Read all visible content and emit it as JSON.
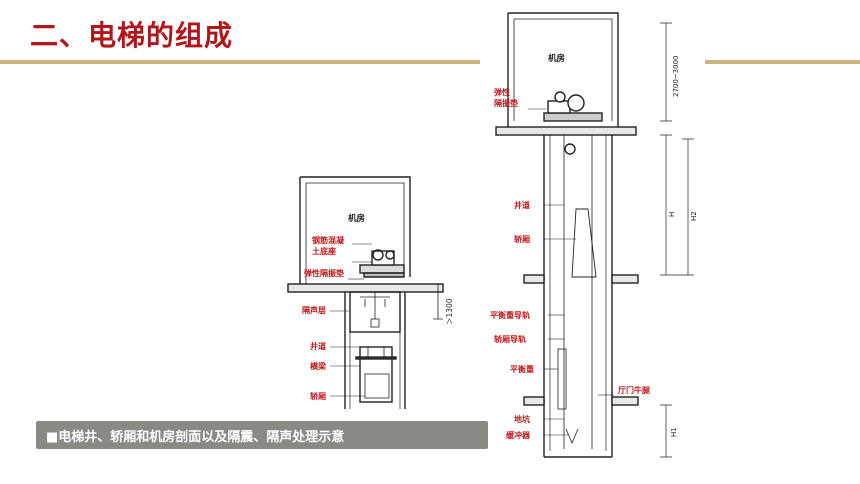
{
  "header": {
    "title": "二、电梯的组成"
  },
  "left_diagram": {
    "machine_room": "机房",
    "concrete_base": [
      "钢筋混凝",
      "土底座"
    ],
    "elastic_pad": "弹性隔振垫",
    "soundproof_layer": "隔声层",
    "shaft": "井道",
    "crossbeam": "横梁",
    "car": "轿厢",
    "dimension": "＞1300"
  },
  "right_diagram": {
    "machine_room": "机房",
    "elastic_pad": [
      "弹性",
      "隔振垫"
    ],
    "shaft": "井道",
    "car": "轿厢",
    "counterweight_rail": "平衡重导轨",
    "car_rail": "轿厢导轨",
    "counterweight": "平衡重",
    "hall_bracket": "厅门牛腿",
    "pit": "地坑",
    "buffer": "缓冲器",
    "dim_top": "2700~3000",
    "dim_h": "H",
    "dim_h2": "H2",
    "dim_h1": "H1"
  },
  "caption": {
    "text": "■电梯井、轿厢和机房剖面以及隔震、隔声处理示意"
  }
}
